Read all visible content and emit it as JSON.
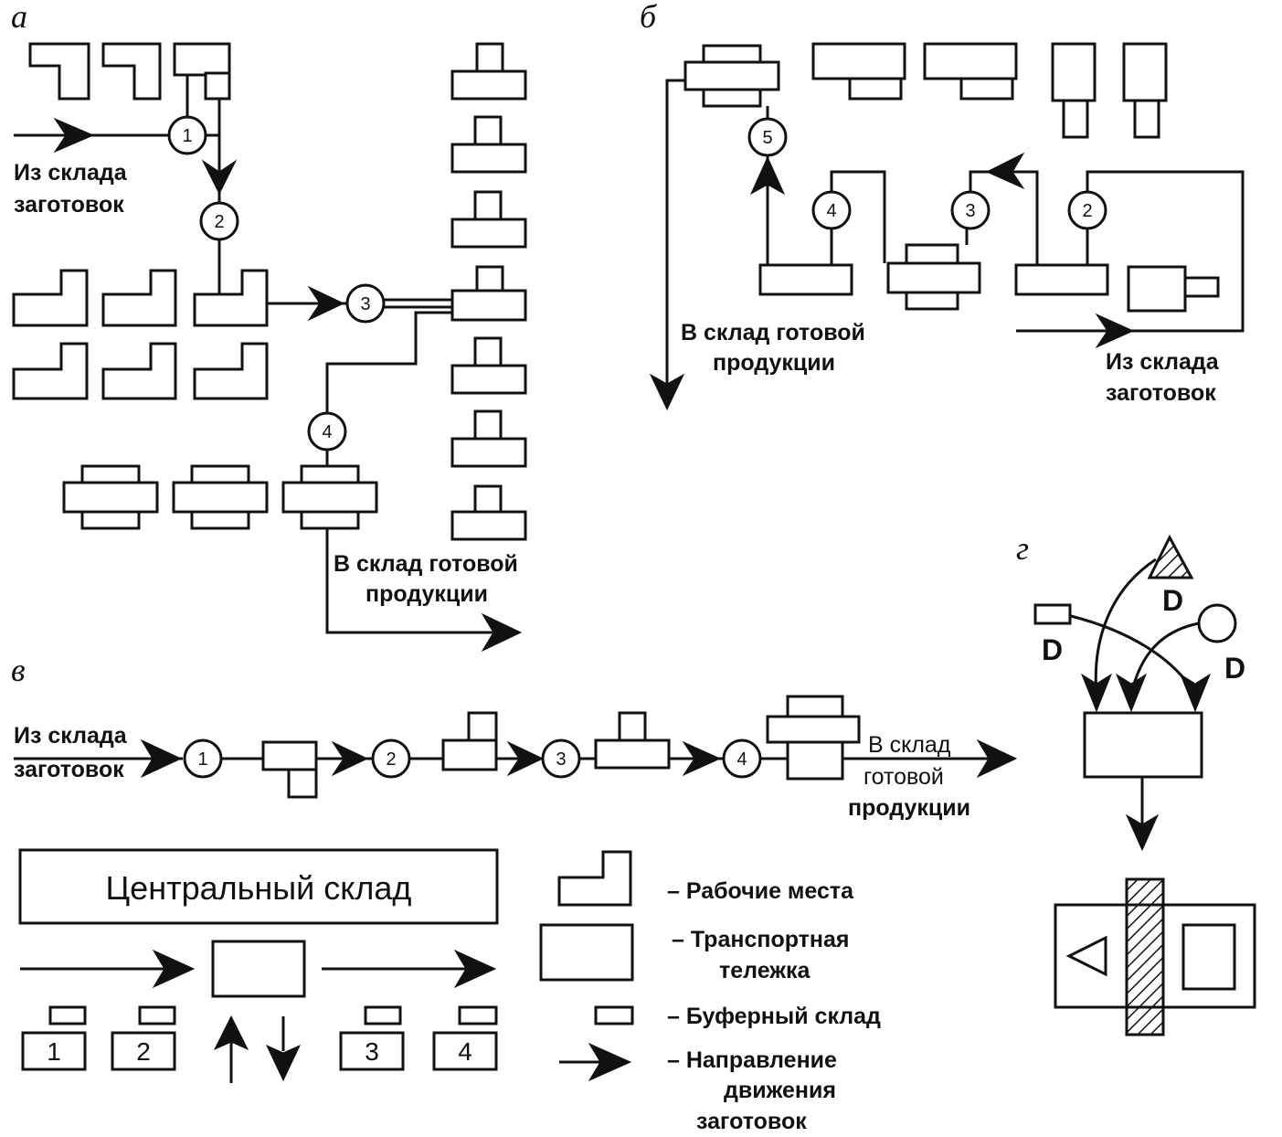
{
  "panels": {
    "a": {
      "letter": "а",
      "from_label": [
        "Из склада",
        "заготовок"
      ],
      "to_label": [
        "В склад готовой",
        "продукции"
      ],
      "nodes": [
        "1",
        "2",
        "3",
        "4"
      ]
    },
    "b": {
      "letter": "б",
      "to_label": [
        "В склад готовой",
        "продукции"
      ],
      "from_label": [
        "Из склада",
        "заготовок"
      ],
      "nodes": [
        "5",
        "4",
        "3",
        "2"
      ]
    },
    "v": {
      "letter": "в",
      "from_label": [
        "Из склада",
        "заготовок"
      ],
      "to_label": [
        "В склад",
        "готовой",
        "продукции"
      ],
      "nodes": [
        "1",
        "2",
        "3",
        "4"
      ]
    },
    "g": {
      "letter": "г",
      "d_labels": [
        "D",
        "D",
        "D"
      ]
    }
  },
  "legend": {
    "central_store": "Центральный склад",
    "workstations": [
      "1",
      "2",
      "3",
      "4"
    ],
    "items": [
      "– Рабочие места",
      "– Транспортная",
      "тележка",
      "– Буферный склад",
      "– Направление",
      "движения",
      "заготовок"
    ]
  }
}
